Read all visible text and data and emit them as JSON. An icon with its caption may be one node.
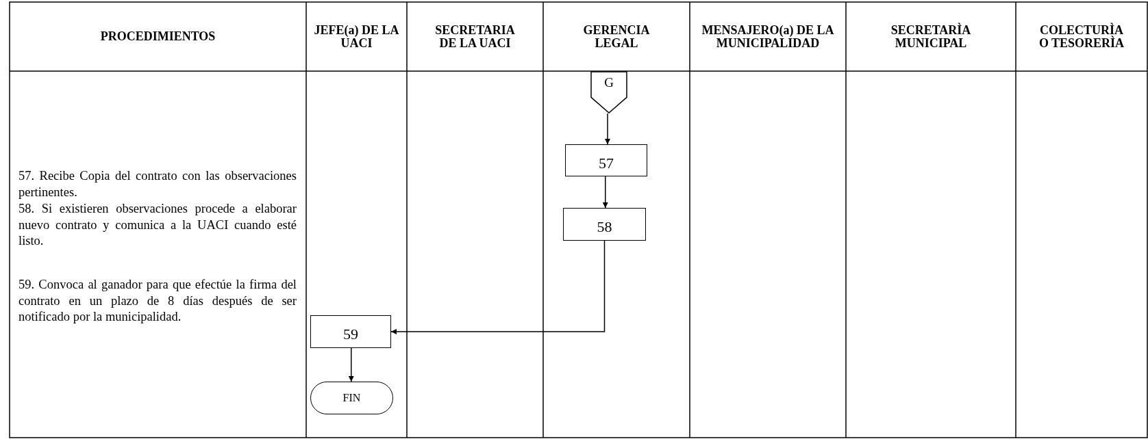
{
  "diagram": {
    "nodes": [
      {
        "text": [
          "G"
        ]
      },
      {
        "text": [
          "57"
        ]
      },
      {
        "text": [
          "58"
        ]
      },
      {
        "text": [
          "59"
        ]
      },
      {
        "text": [
          "FIN"
        ]
      }
    ],
    "edges": [
      {
        "from": 0,
        "to": 1,
        "arrow": "to"
      },
      {
        "from": 1,
        "to": 2,
        "arrow": "to"
      },
      {
        "from": 2,
        "to": 3,
        "arrow": "to"
      },
      {
        "from": 3,
        "to": 4,
        "arrow": "to"
      }
    ],
    "labels": [
      "PROCEDIMIENTOS",
      "JEFE(a) DE LA UACI",
      "SECRETARIA DE LA UACI",
      "GERENCIA LEGAL",
      "MENSAJERO(a) DE LA MUNICIPALIDAD",
      "SECRETARÌA MUNICIPAL",
      "COLECTURÌA O TESORERÌA",
      "57. Recibe Copia del contrato con las observaciones pertinentes.",
      "58. Si existieren observaciones procede a elaborar nuevo contrato y comunica a la UACI cuando esté listo.",
      "59. Convoca al ganador para que efectúe la firma del contrato en un plazo de 8 días después de ser notificado por la municipalidad."
    ]
  }
}
